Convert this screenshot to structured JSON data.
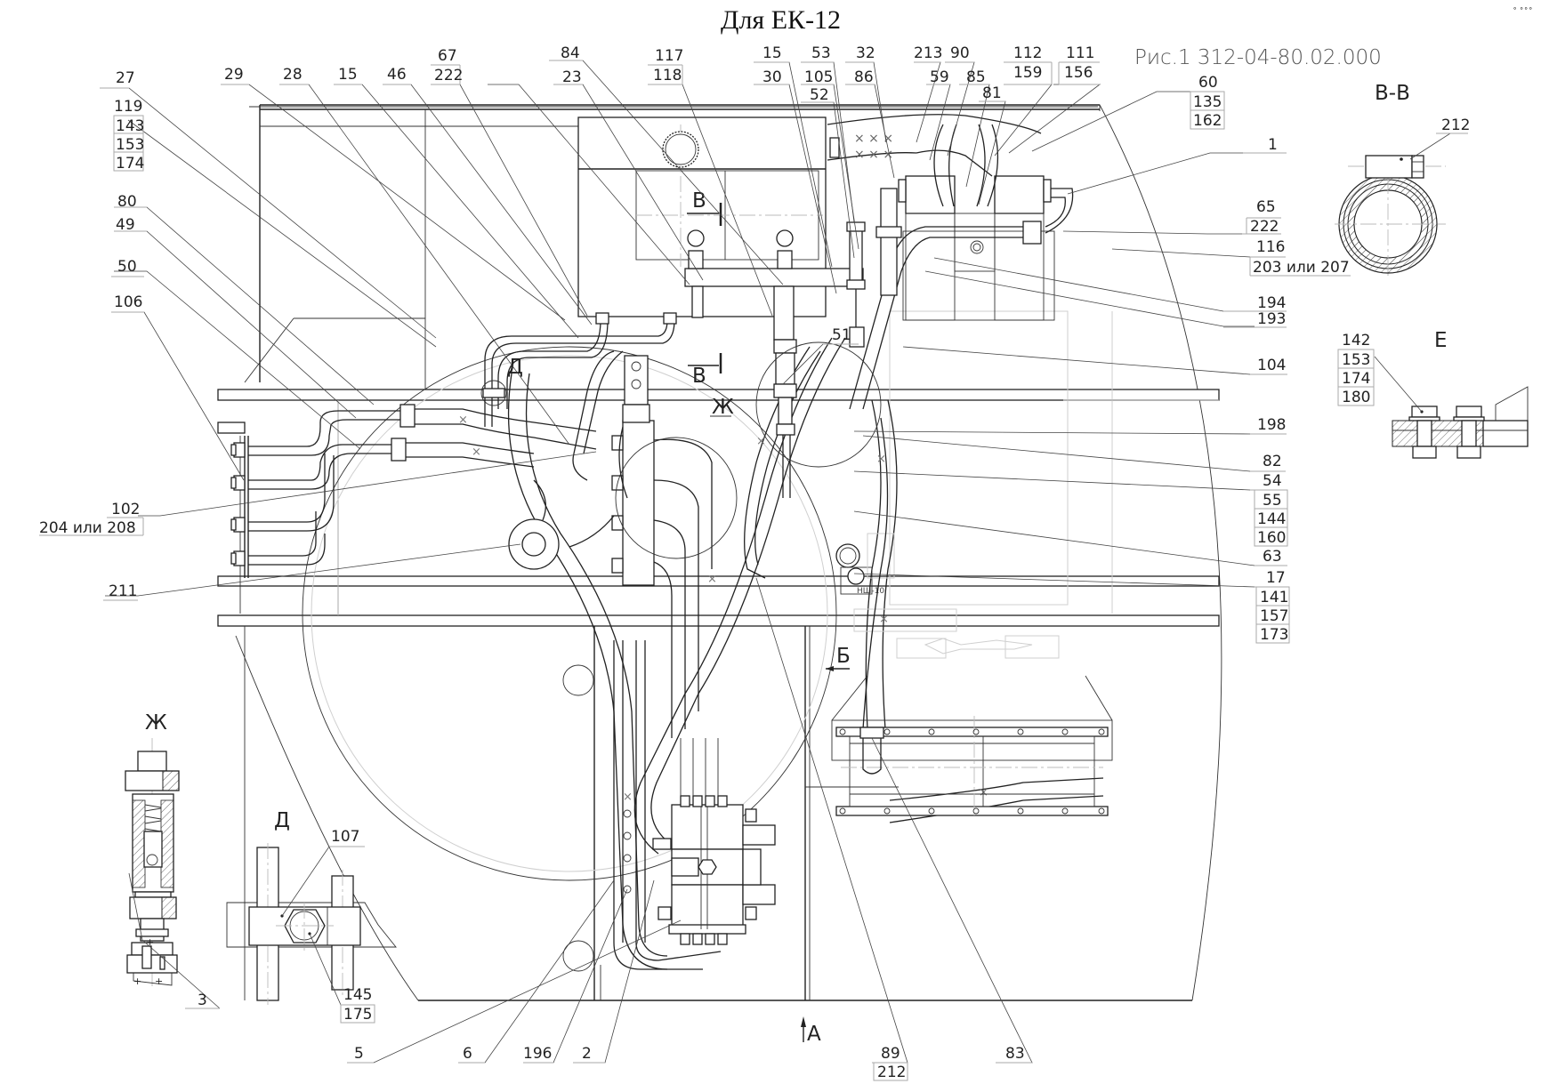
{
  "title": "Для ЕК-12",
  "document_ref": "Рис.1 312-04-80.02.000",
  "corner_mark": "∘ ∘∘∘",
  "section_views": {
    "v_v": "В-В",
    "e": "Е",
    "zh": "Ж",
    "d": "Д"
  },
  "view_markers": {
    "v_top": "В",
    "v_bottom": "В",
    "zh": "Ж",
    "d": "Д",
    "b": "Б",
    "a": "А",
    "pump": "НШ-10"
  },
  "callouts": {
    "top": [
      {
        "id": "27",
        "lines": [
          "27"
        ]
      },
      {
        "id": "119",
        "lines": [
          "119",
          "143",
          "153",
          "174"
        ]
      },
      {
        "id": "29",
        "lines": [
          "29"
        ]
      },
      {
        "id": "28",
        "lines": [
          "28"
        ]
      },
      {
        "id": "15a",
        "lines": [
          "15"
        ]
      },
      {
        "id": "46",
        "lines": [
          "46"
        ]
      },
      {
        "id": "67",
        "lines": [
          "67",
          "222"
        ]
      },
      {
        "id": "84",
        "lines": [
          "84"
        ]
      },
      {
        "id": "23",
        "lines": [
          "23"
        ]
      },
      {
        "id": "117",
        "lines": [
          "117",
          "118"
        ]
      },
      {
        "id": "15b",
        "lines": [
          "15"
        ]
      },
      {
        "id": "30",
        "lines": [
          "30"
        ]
      },
      {
        "id": "53",
        "lines": [
          "53"
        ]
      },
      {
        "id": "105",
        "lines": [
          "105"
        ]
      },
      {
        "id": "52",
        "lines": [
          "52"
        ]
      },
      {
        "id": "32",
        "lines": [
          "32"
        ]
      },
      {
        "id": "86",
        "lines": [
          "86"
        ]
      },
      {
        "id": "213",
        "lines": [
          "213"
        ]
      },
      {
        "id": "59",
        "lines": [
          "59"
        ]
      },
      {
        "id": "90",
        "lines": [
          "90"
        ]
      },
      {
        "id": "85",
        "lines": [
          "85"
        ]
      },
      {
        "id": "81",
        "lines": [
          "81"
        ]
      },
      {
        "id": "112",
        "lines": [
          "112",
          "159"
        ]
      },
      {
        "id": "111",
        "lines": [
          "111",
          "156"
        ]
      }
    ],
    "left": [
      {
        "id": "80",
        "lines": [
          "80"
        ]
      },
      {
        "id": "49",
        "lines": [
          "49"
        ]
      },
      {
        "id": "50",
        "lines": [
          "50"
        ]
      },
      {
        "id": "106",
        "lines": [
          "106"
        ]
      },
      {
        "id": "102",
        "lines": [
          "102",
          "204 или 208"
        ]
      },
      {
        "id": "211",
        "lines": [
          "211"
        ]
      }
    ],
    "right": [
      {
        "id": "60",
        "lines": [
          "60",
          "135",
          "162"
        ]
      },
      {
        "id": "1",
        "lines": [
          "1"
        ]
      },
      {
        "id": "65",
        "lines": [
          "65",
          "222"
        ]
      },
      {
        "id": "116",
        "lines": [
          "116",
          "203 или 207"
        ]
      },
      {
        "id": "194",
        "lines": [
          "194"
        ]
      },
      {
        "id": "193",
        "lines": [
          "193"
        ]
      },
      {
        "id": "104",
        "lines": [
          "104"
        ]
      },
      {
        "id": "198",
        "lines": [
          "198"
        ]
      },
      {
        "id": "82",
        "lines": [
          "82"
        ]
      },
      {
        "id": "54",
        "lines": [
          "54",
          "55",
          "144",
          "160"
        ]
      },
      {
        "id": "63",
        "lines": [
          "63"
        ]
      },
      {
        "id": "17",
        "lines": [
          "17",
          "141",
          "157",
          "173"
        ]
      },
      {
        "id": "212a",
        "lines": [
          "212"
        ]
      },
      {
        "id": "142",
        "lines": [
          "142",
          "153",
          "174",
          "180"
        ]
      }
    ],
    "bottom": [
      {
        "id": "3",
        "lines": [
          "3"
        ]
      },
      {
        "id": "107",
        "lines": [
          "107"
        ]
      },
      {
        "id": "145",
        "lines": [
          "145",
          "175"
        ]
      },
      {
        "id": "5",
        "lines": [
          "5"
        ]
      },
      {
        "id": "6",
        "lines": [
          "6"
        ]
      },
      {
        "id": "196",
        "lines": [
          "196"
        ]
      },
      {
        "id": "2",
        "lines": [
          "2"
        ]
      },
      {
        "id": "51",
        "lines": [
          "51"
        ]
      },
      {
        "id": "89",
        "lines": [
          "89",
          "212"
        ]
      },
      {
        "id": "83",
        "lines": [
          "83"
        ]
      }
    ]
  }
}
